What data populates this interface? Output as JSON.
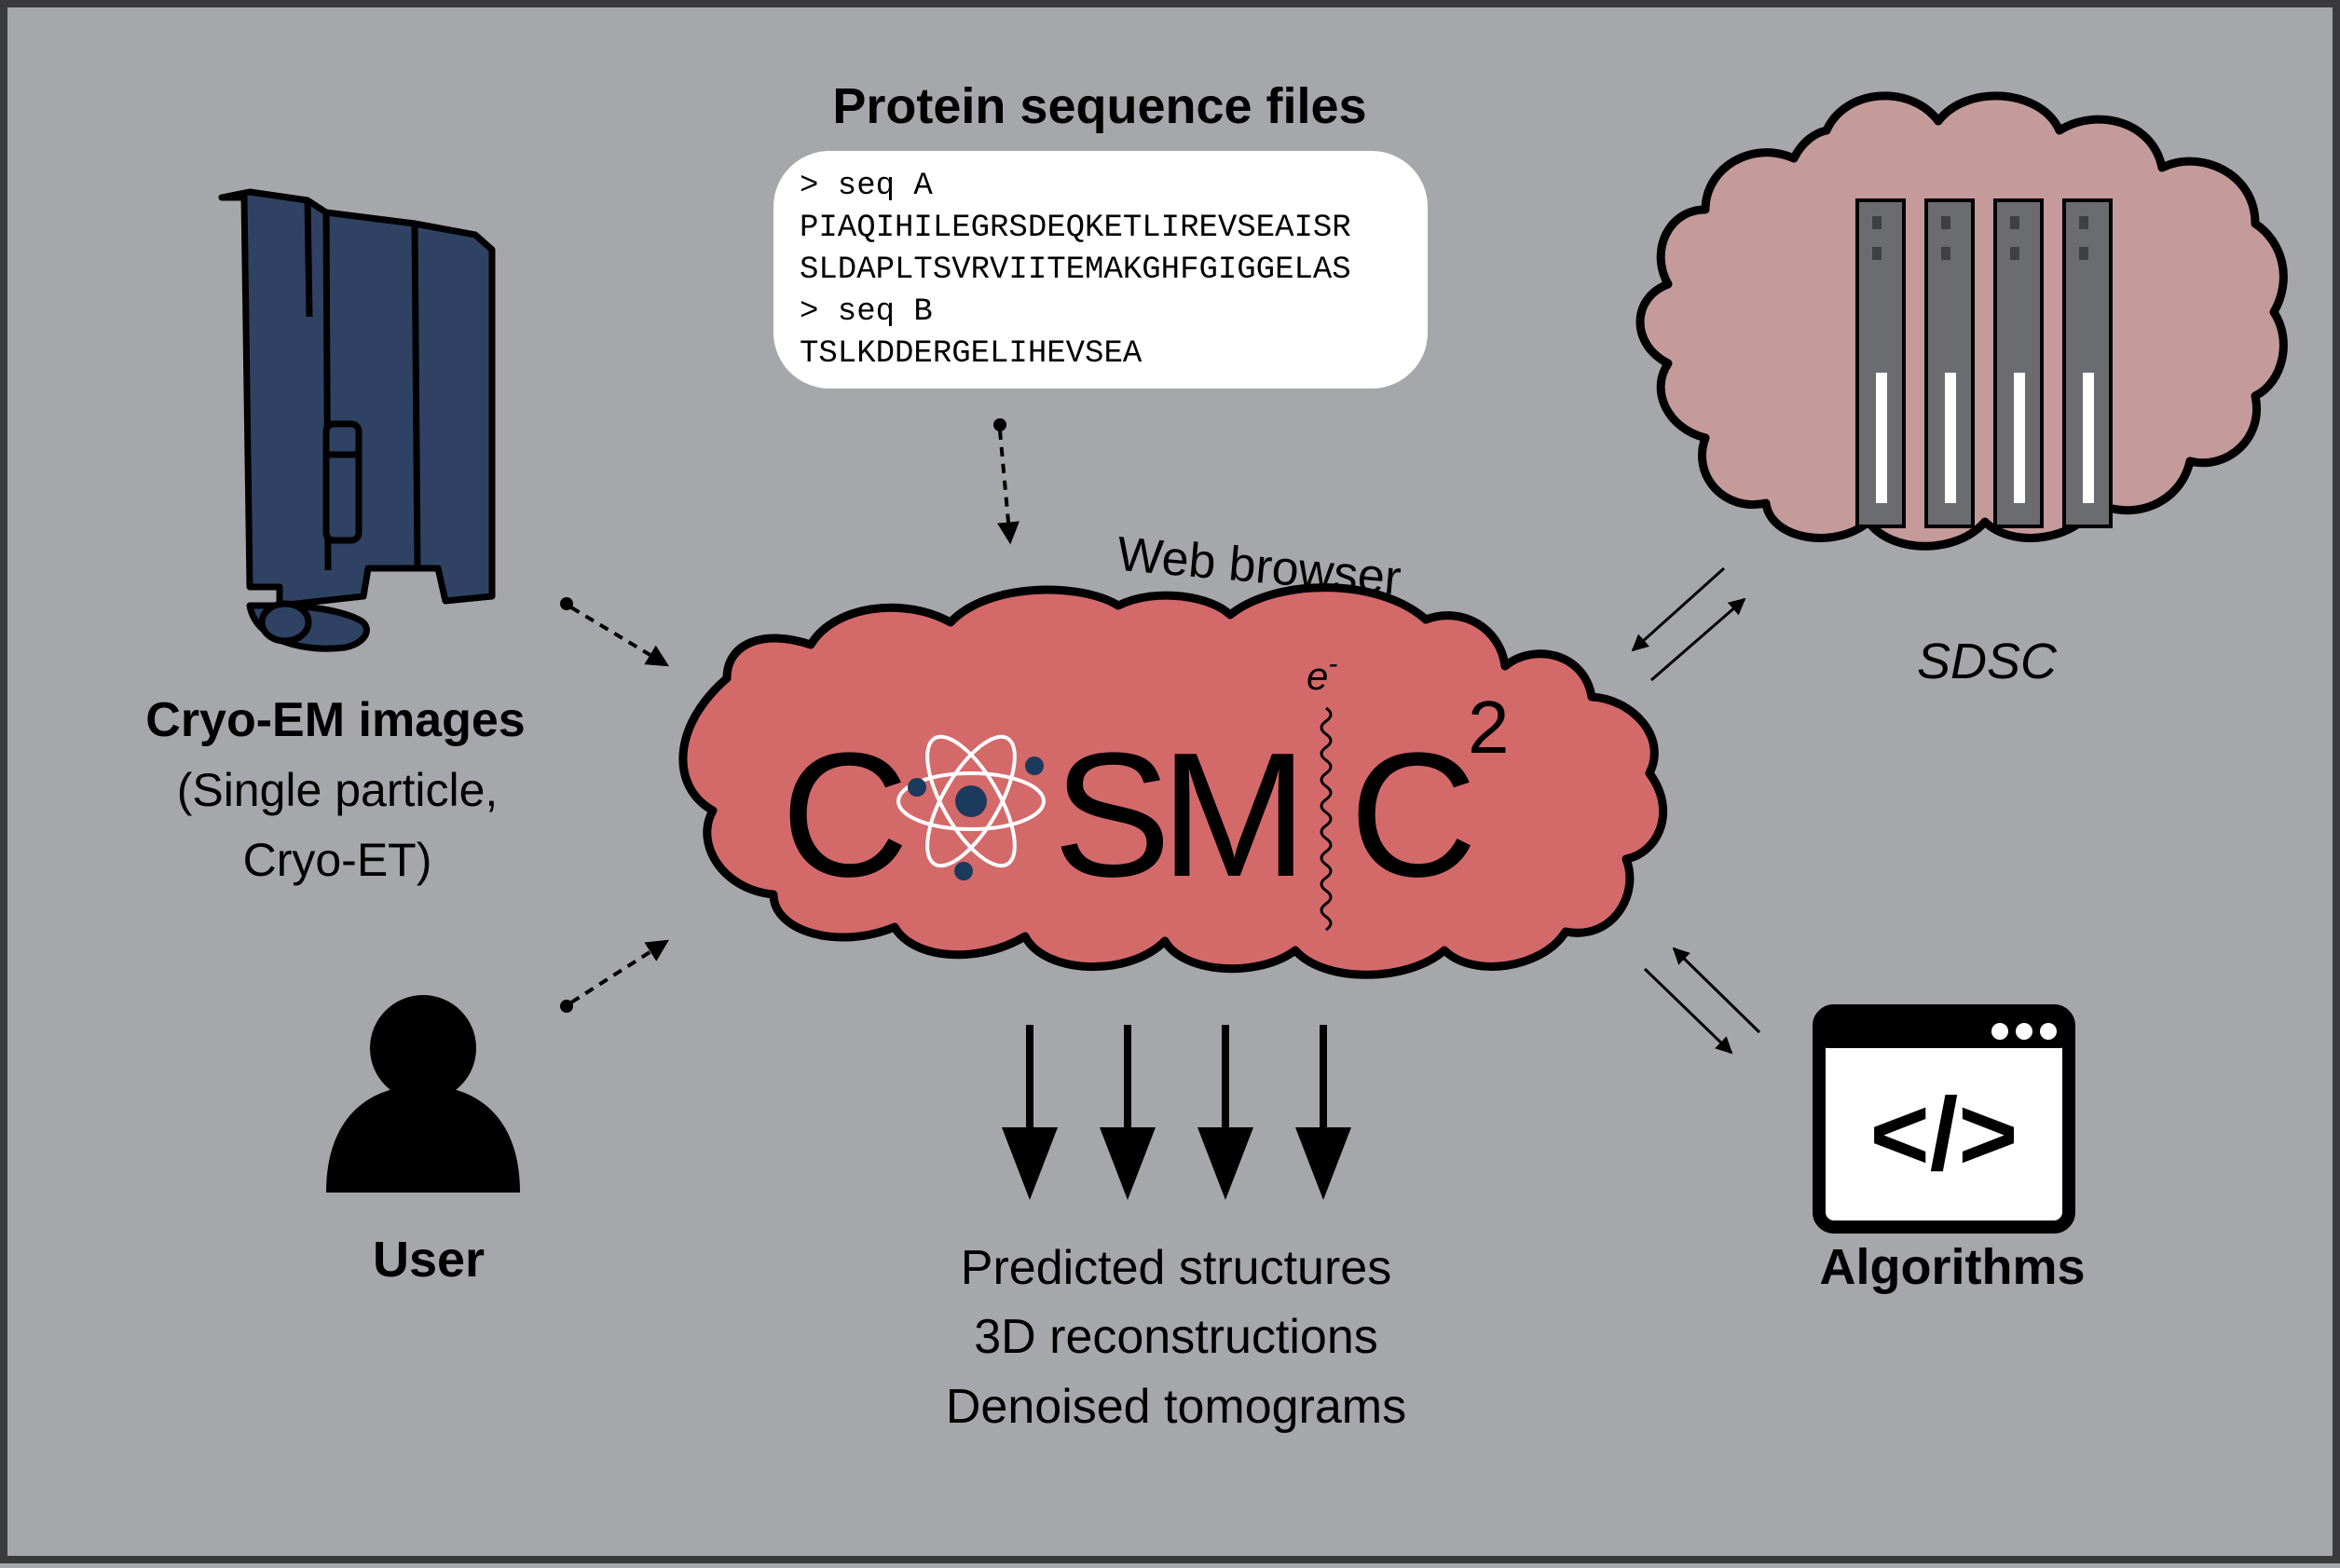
{
  "protein_files": {
    "title": "Protein sequence files",
    "lines": [
      "> seq A",
      "PIAQIHILEGRSDEQKETLIREVSEAISR",
      "SLDAPLTSVRVIITEMAKGHFGIGGELAS",
      "> seq B",
      "TSLKDDERGELIHEVSEA"
    ]
  },
  "cryo_em": {
    "title": "Cryo-EM images",
    "subtitle_line1": "(Single particle,",
    "subtitle_line2": "Cryo-ET)"
  },
  "user": {
    "label": "User"
  },
  "center": {
    "browser_label": "Web browser",
    "logo_c": "C",
    "logo_s": "S",
    "logo_m": "M",
    "logo_c2": "C",
    "logo_sup": "2",
    "electron": "e",
    "electron_sup": "-"
  },
  "sdsc": {
    "label": "SDSC"
  },
  "algorithms": {
    "label": "Algorithms",
    "code": "</>"
  },
  "outputs": {
    "items": [
      "Predicted structures",
      "3D reconstructions",
      "Denoised tomograms"
    ]
  },
  "colors": {
    "background": "#a6a7aa",
    "center_cloud": "#d4696a",
    "sdsc_cloud": "#c49a9b",
    "microscope": "#2f4263",
    "atom_dot": "#1b3a5c",
    "server": "#6b6c6f"
  }
}
